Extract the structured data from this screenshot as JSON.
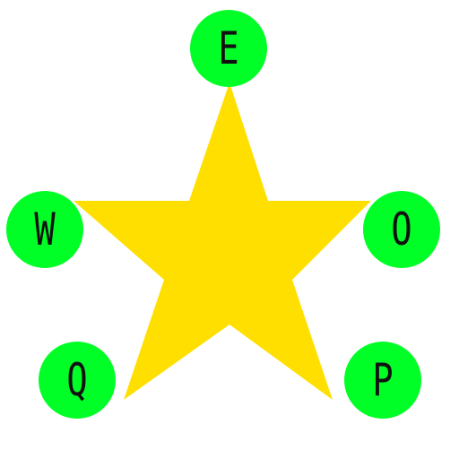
{
  "colors": {
    "background": "#ffffff",
    "star_fill": "#ffdf00",
    "node_fill": "#00ff27",
    "label_color": "#111111"
  },
  "star": {
    "shape": "five-pointed-star"
  },
  "nodes": [
    {
      "label": "E"
    },
    {
      "label": "W"
    },
    {
      "label": "O"
    },
    {
      "label": "Q"
    },
    {
      "label": "P"
    }
  ]
}
